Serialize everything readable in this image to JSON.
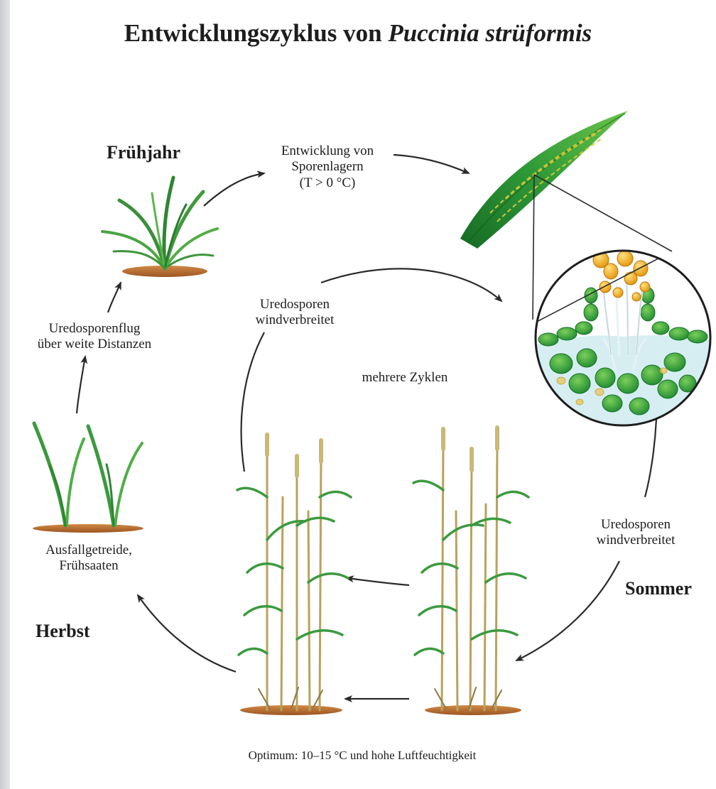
{
  "title": {
    "prefix": "Entwicklungszyklus von ",
    "species": "Puccinia strüformis"
  },
  "seasons": {
    "spring": "Frühjahr",
    "summer": "Sommer",
    "autumn": "Herbst"
  },
  "notes": {
    "sporenlager": [
      "Entwicklung von",
      "Sporenlagern",
      "(T > 0 °C)"
    ],
    "uredo_inner": [
      "Uredosporen",
      "windverbreitet"
    ],
    "uredo_right": [
      "Uredosporen",
      "windverbreitet"
    ],
    "uredosporenflug": [
      "Uredosporenflug",
      "über weite Distanzen"
    ],
    "ausfall": [
      "Ausfallgetreide,",
      "Frühsaaten"
    ],
    "zyklen": "mehrere Zyklen"
  },
  "footer": "Optimum: 10–15 °C und hohe Luftfeuchtigkeit",
  "colors": {
    "leaf_dark": "#1f7a2c",
    "leaf_light": "#4cae3e",
    "stripe": "#d9c938",
    "spore": "#f0a81c",
    "soil": "#b86a2e",
    "cell": "#2e9a3a",
    "tissue": "#d6eef2",
    "straw": "#b8a25c"
  }
}
